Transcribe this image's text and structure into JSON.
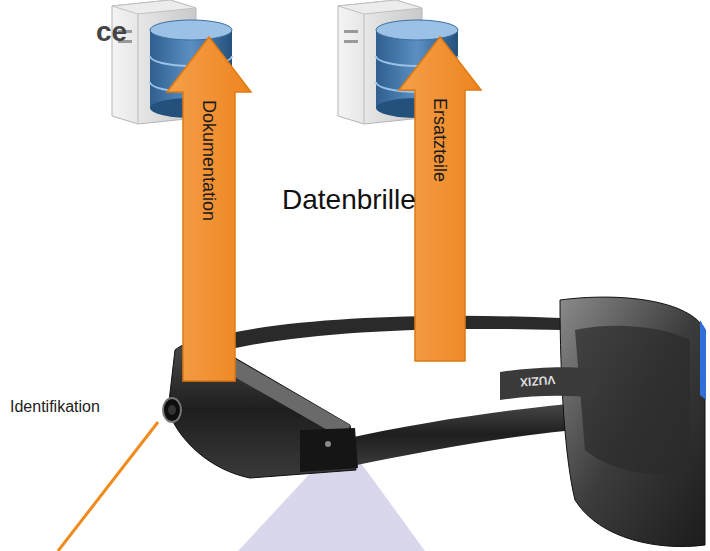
{
  "diagram": {
    "nodes": [
      {
        "text": [
          "Dokumentation"
        ]
      },
      {
        "text": [
          "Ersatzteile"
        ]
      }
    ],
    "labels": [
      "ce",
      "Datenbrille",
      "Identifikation",
      "VUZIX"
    ]
  }
}
